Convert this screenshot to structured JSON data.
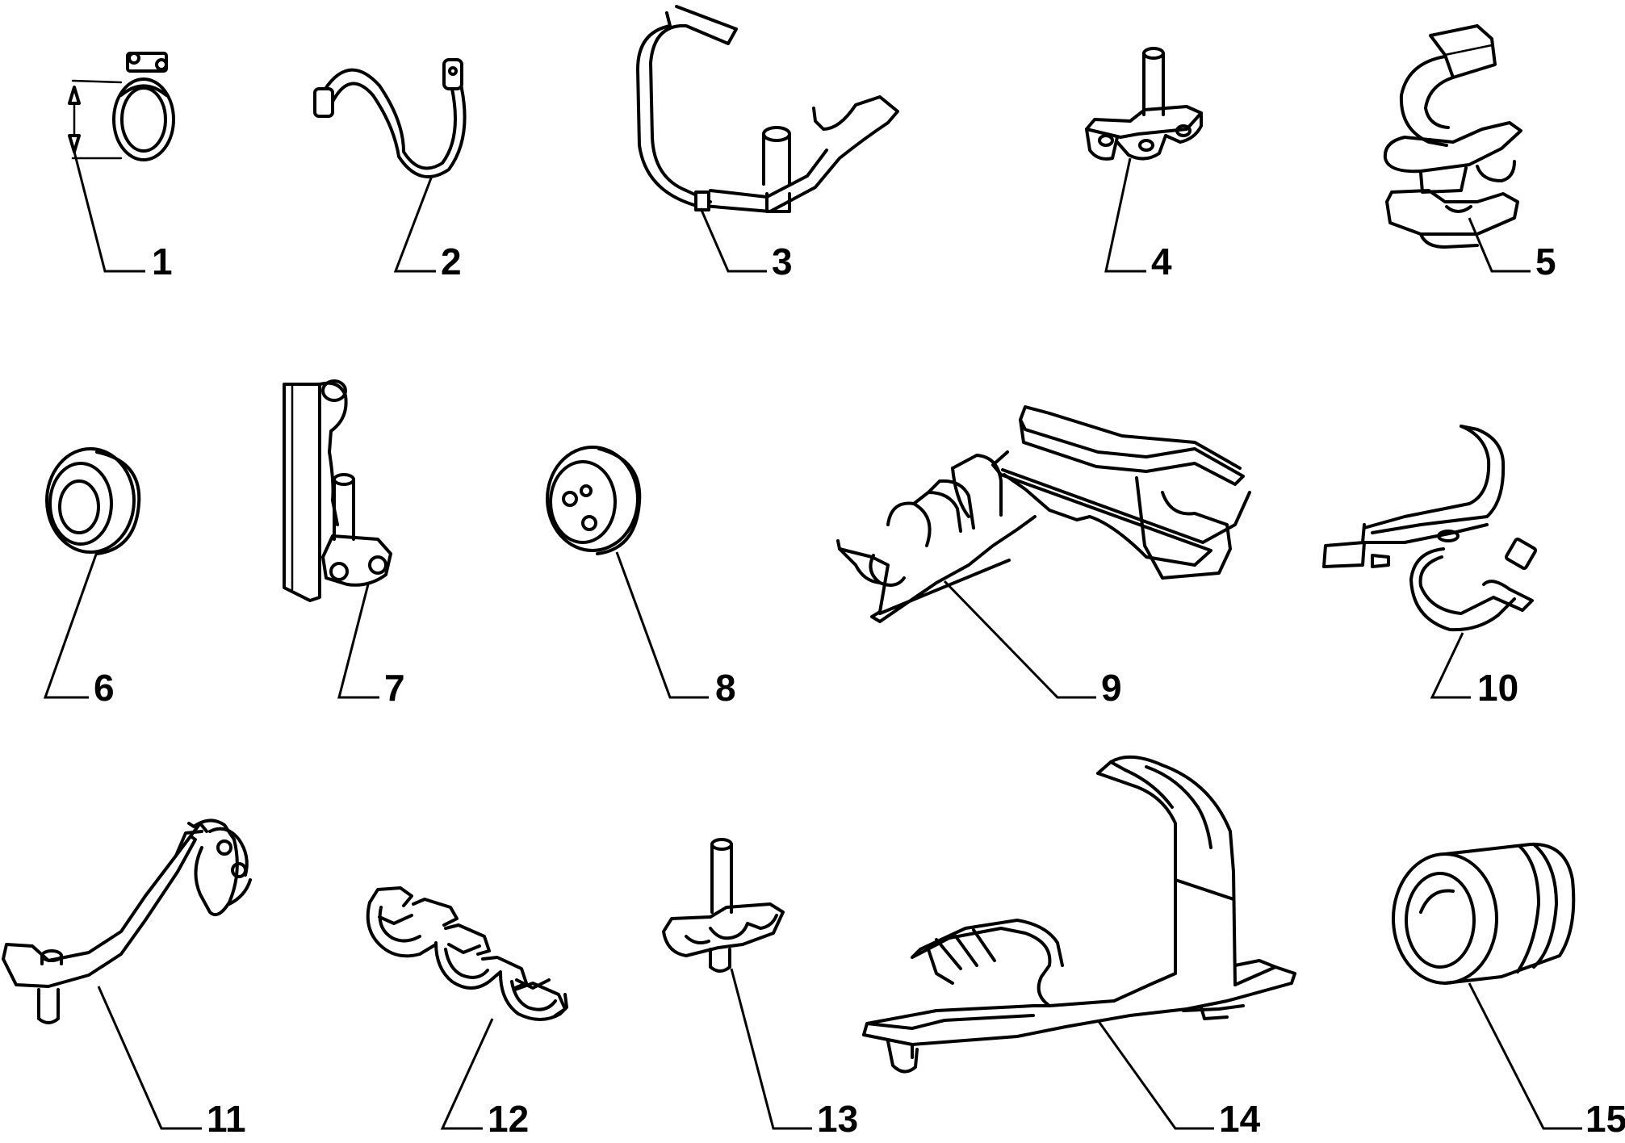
{
  "parts": [
    {
      "id": "part-1",
      "label": "1"
    },
    {
      "id": "part-2",
      "label": "2"
    },
    {
      "id": "part-3",
      "label": "3"
    },
    {
      "id": "part-4",
      "label": "4"
    },
    {
      "id": "part-5",
      "label": "5"
    },
    {
      "id": "part-6",
      "label": "6"
    },
    {
      "id": "part-7",
      "label": "7"
    },
    {
      "id": "part-8",
      "label": "8"
    },
    {
      "id": "part-9",
      "label": "9"
    },
    {
      "id": "part-10",
      "label": "10"
    },
    {
      "id": "part-11",
      "label": "11"
    },
    {
      "id": "part-12",
      "label": "12"
    },
    {
      "id": "part-13",
      "label": "13"
    },
    {
      "id": "part-14",
      "label": "14"
    },
    {
      "id": "part-15",
      "label": "15"
    }
  ]
}
